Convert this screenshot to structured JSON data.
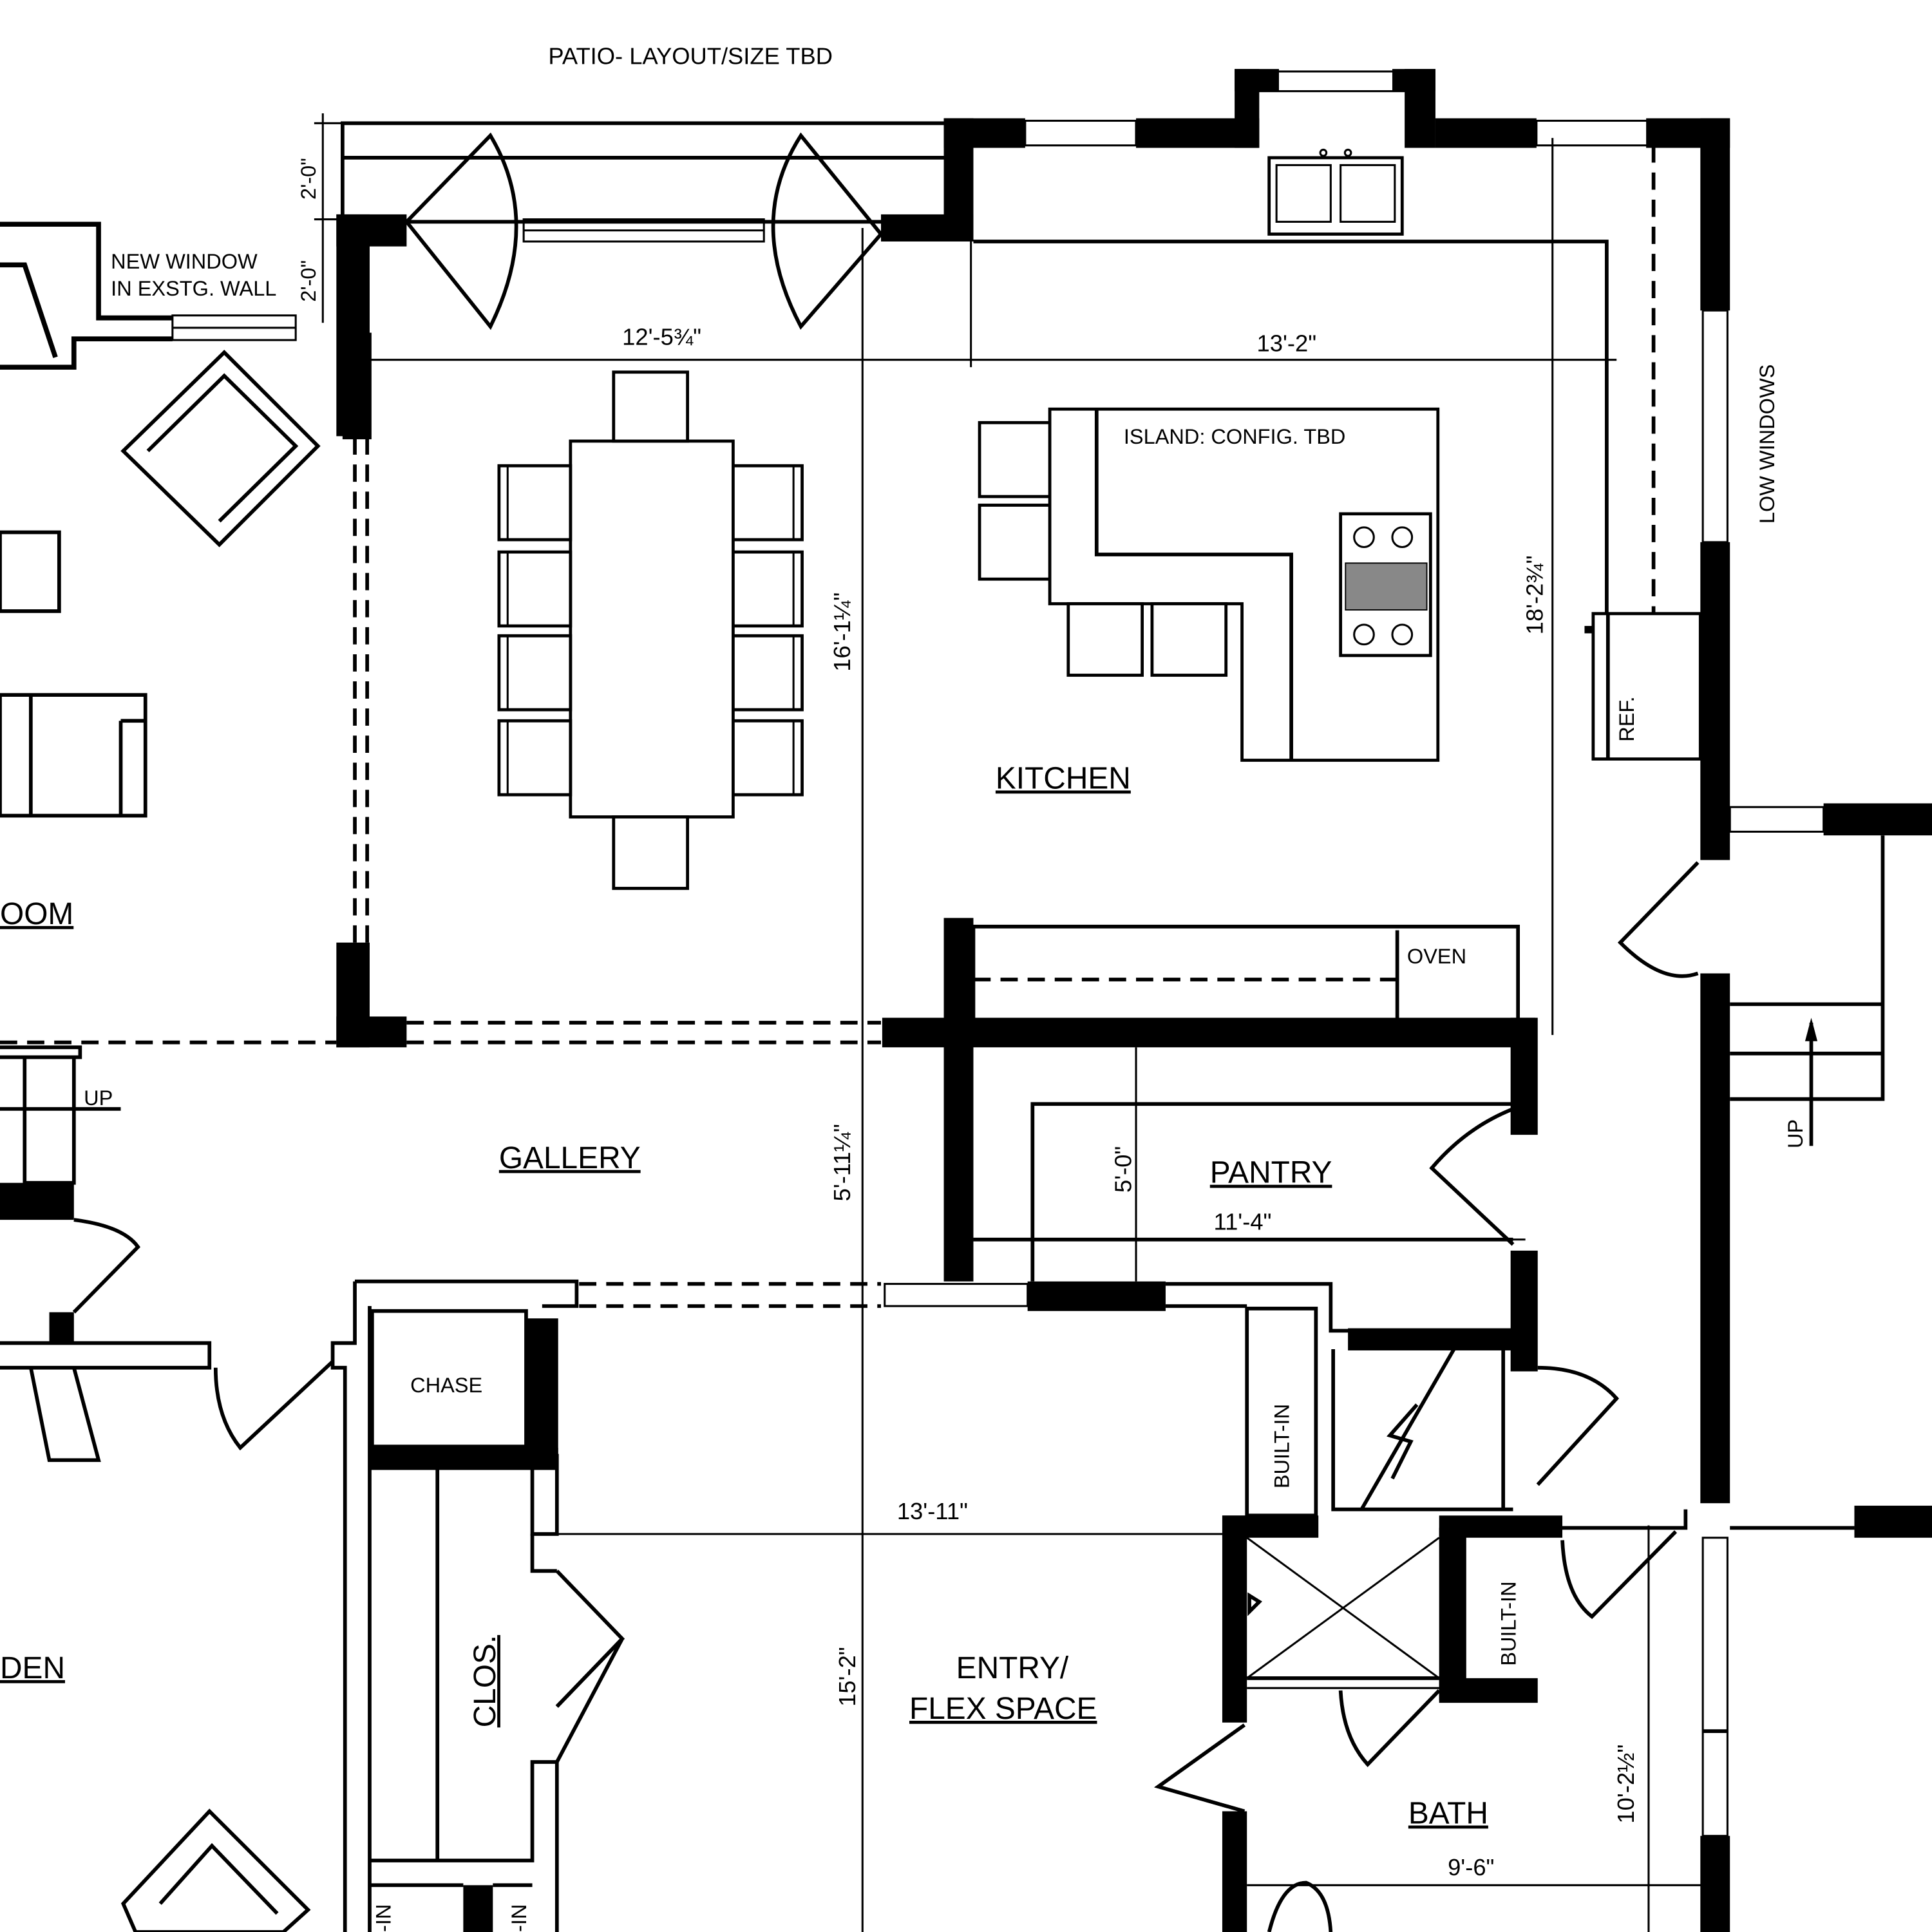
{
  "notes": {
    "patio": "PATIO- LAYOUT/SIZE TBD",
    "new_window_1": "NEW WINDOW",
    "new_window_2": "IN EXSTG. WALL",
    "island": "ISLAND: CONFIG. TBD",
    "low_windows": "LOW WINDOWS",
    "ref": "REF.",
    "oven": "OVEN",
    "up_left": "UP",
    "up_right": "UP",
    "chase": "CHASE",
    "built_in_1": "BUILT-IN",
    "built_in_2": "BUILT-IN",
    "built_in_3": "-IN",
    "built_in_4": "-IN"
  },
  "rooms": {
    "kitchen": "KITCHEN",
    "gallery": "GALLERY",
    "pantry": "PANTRY",
    "living_partial": "OOM",
    "den_partial": "DEN",
    "closet": "CLOS.",
    "entry_1": "ENTRY/",
    "entry_2": "FLEX SPACE",
    "bath": "BATH"
  },
  "dimensions": {
    "patio_depth": "2'-0\"",
    "wall_depth": "2'-0\"",
    "dining_width": "12'-5¾\"",
    "kitchen_width": "13'-2\"",
    "dining_depth": "16'-1¼\"",
    "kitchen_depth": "18'-2¾\"",
    "gallery_depth": "5'-11¼\"",
    "pantry_depth": "5'-0\"",
    "pantry_width": "11'-4\"",
    "entry_width": "13'-11\"",
    "entry_depth": "15'-2\"",
    "bath_depth": "10'-2½\"",
    "bath_width": "9'-6\""
  }
}
